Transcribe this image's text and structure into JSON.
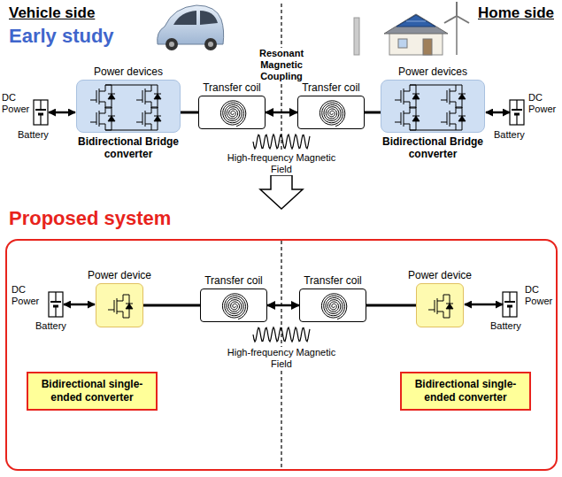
{
  "diagram": {
    "nodes": [
      {
        "text": [
          "Proposed system"
        ]
      },
      {
        "text": [
          "Power devices",
          "Bidirectional Bridge converter"
        ]
      },
      {
        "text": [
          "Transfer coil"
        ]
      },
      {
        "text": [
          "Transfer coil"
        ]
      },
      {
        "text": [
          "Power devices",
          "Bidirectional Bridge converter"
        ]
      },
      {
        "text": [
          "Power device"
        ],
        "in": 0
      },
      {
        "text": [
          "Transfer coil"
        ],
        "in": 0
      },
      {
        "text": [
          "Transfer coil"
        ],
        "in": 0
      },
      {
        "text": [
          "Power device"
        ],
        "in": 0
      },
      {
        "text": [
          "Bidirectional single-ended converter"
        ],
        "in": 0
      },
      {
        "text": [
          "Bidirectional single-ended converter"
        ],
        "in": 0
      }
    ],
    "edges": [
      {
        "from": 1,
        "to": 2,
        "arrow": "none"
      },
      {
        "from": 2,
        "to": 3,
        "arrow": "both"
      },
      {
        "from": 3,
        "to": 4,
        "arrow": "none"
      },
      {
        "from": 5,
        "to": 6,
        "arrow": "none"
      },
      {
        "from": 6,
        "to": 7,
        "arrow": "both"
      },
      {
        "from": 7,
        "to": 8,
        "arrow": "none"
      }
    ],
    "labels": [
      "Vehicle side",
      "Home side",
      "Early study",
      "Resonant Magnetic Coupling",
      "DC Power",
      "Battery",
      "DC Power",
      "Battery",
      "High-frequency Magnetic Field",
      "DC Power",
      "Battery",
      "DC Power",
      "Battery",
      "High-frequency Magnetic Field"
    ]
  }
}
